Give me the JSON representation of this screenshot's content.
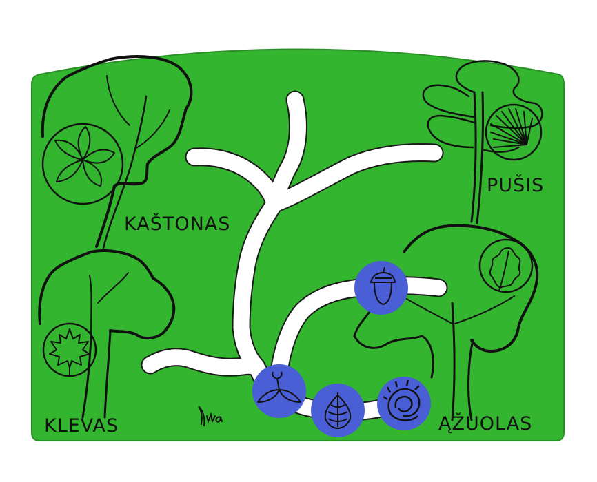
{
  "board": {
    "colors": {
      "panel": "#34b52f",
      "path": "#ffffff",
      "path_outline": "#1a1a1a",
      "token": "#4a5fd6",
      "ink": "#111111"
    },
    "labels": {
      "kastonas": "KAŠTONAS",
      "pusis": "PUŠIS",
      "klevas": "KLEVAS",
      "azuolas": "ĄŽUOLAS"
    },
    "signature": "Iwa",
    "leaf_icons": [
      "chestnut-leaf-icon",
      "pine-needles-icon",
      "maple-leaf-icon",
      "oak-leaf-icon"
    ],
    "seed_tokens": [
      "acorn-icon",
      "maple-seed-icon",
      "pine-cone-icon",
      "chestnut-icon"
    ]
  }
}
